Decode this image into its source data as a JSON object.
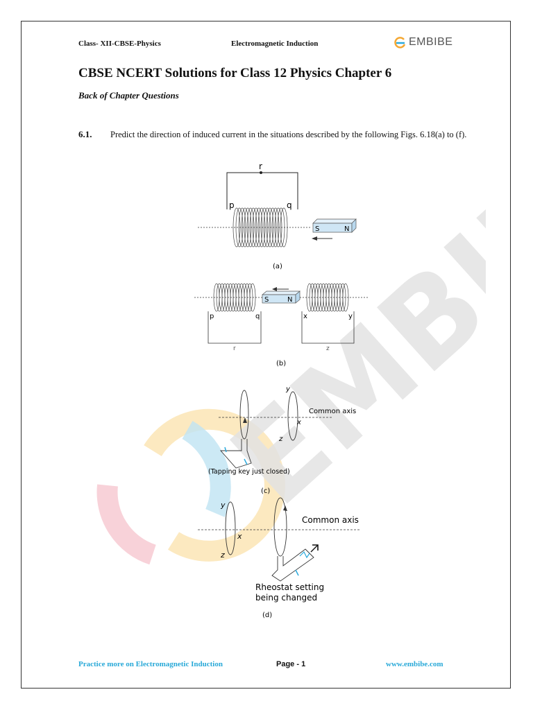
{
  "header": {
    "left": "Class- XII-CBSE-Physics",
    "center": "Electromagnetic Induction",
    "brand": "EMBIBE"
  },
  "watermark_text": "EMBIBE",
  "title": "CBSE NCERT Solutions for Class 12 Physics Chapter 6",
  "subtitle": "Back of Chapter Questions",
  "question": {
    "number": "6.1.",
    "text": "Predict the direction of induced current in the situations described by the following Figs. 6.18(a) to (f)."
  },
  "figures": {
    "a": {
      "caption": "(a)",
      "labels": {
        "r": "r",
        "p": "p",
        "q": "q",
        "s": "S",
        "n": "N"
      }
    },
    "b": {
      "caption": "(b)",
      "labels": {
        "p": "p",
        "q": "q",
        "r": "r",
        "x": "x",
        "y": "y",
        "z": "z",
        "s": "S",
        "n": "N"
      }
    },
    "c": {
      "caption": "(c)",
      "labels": {
        "y": "y",
        "x": "x",
        "z": "z",
        "axis": "Common axis",
        "note": "(Tapping key just closed)"
      }
    },
    "d": {
      "caption": "(d)",
      "labels": {
        "y": "y",
        "x": "x",
        "z": "z",
        "axis": "Common axis",
        "note_line1": "Rheostat setting",
        "note_line2": "being changed"
      }
    }
  },
  "footer": {
    "left": "Practice more on Electromagnetic Induction",
    "center": "Page - 1",
    "right": "www.embibe.com"
  },
  "colors": {
    "accent_link": "#29a9d8",
    "magnet": "#cfe6f5",
    "watermark": "#e6e6e6"
  }
}
